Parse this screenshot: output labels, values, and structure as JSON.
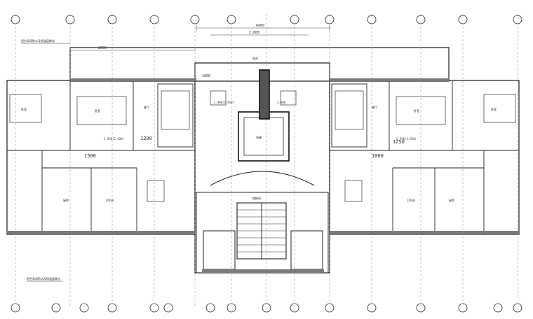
{
  "colors": {
    "line": "#1a1a1a",
    "wall": "#333333",
    "hatch": "#7a7a7a",
    "dim": "#444444",
    "grid": "#555555"
  },
  "dimensions": {
    "overall_width": "6400",
    "top_span": "2,800",
    "left_span": "2900",
    "door_width": "1000",
    "height_a": "1200",
    "height_b": "1500",
    "height_c": "1000",
    "height_d": "1250"
  },
  "rooms": {
    "bedroom": "卧室",
    "living": "客厅",
    "elevator": "电梯",
    "kitchen": "厨房",
    "bath": "卫生间",
    "stair": "楼梯间",
    "balcony": "阳台"
  },
  "levels": {
    "level_a": "2.950(2.920)",
    "level_b": "2.980(2.950)",
    "level_c": "2.900"
  },
  "notes": {
    "note_left": "阳台采用防水及保温层做法",
    "note_bottom_left": "阳台采用防水及保温层做法"
  }
}
